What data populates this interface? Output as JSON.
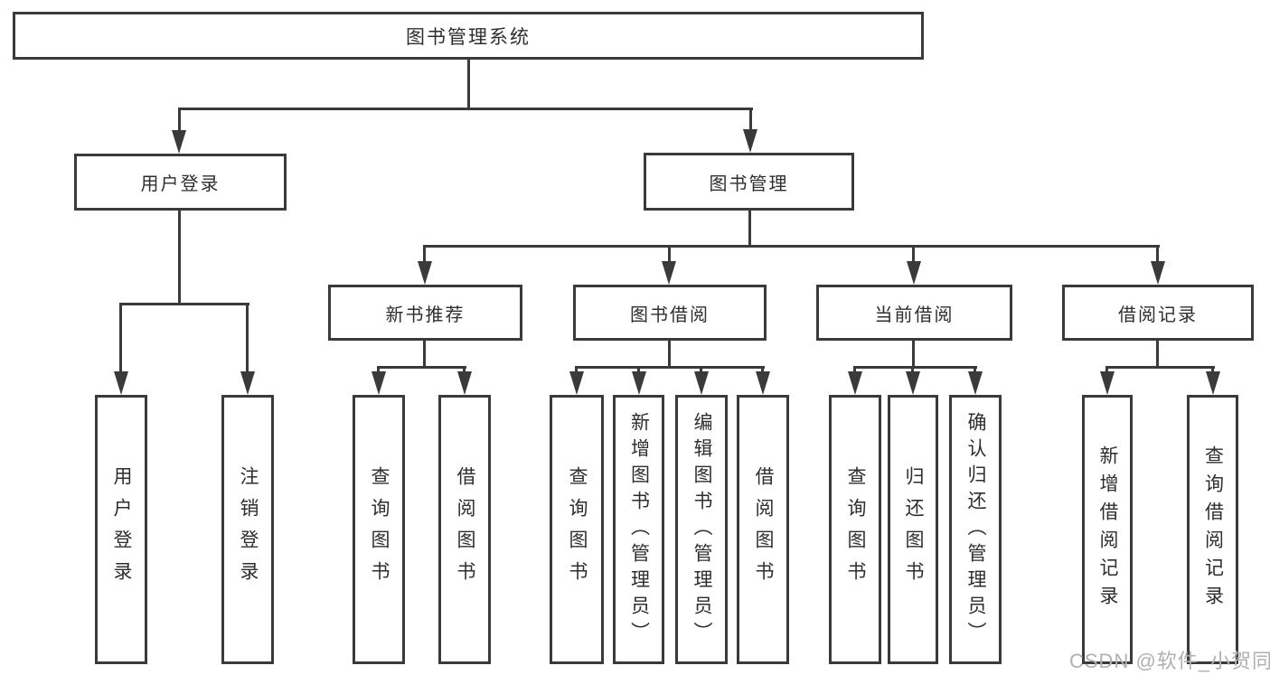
{
  "diagram": {
    "title": "图书管理系统",
    "colors": {
      "line": "#3a3a3a",
      "text": "#2e2e2e",
      "box_background": "#ffffff",
      "watermark": "#b0b0b0"
    },
    "level2": [
      {
        "label": "用户登录"
      },
      {
        "label": "图书管理"
      }
    ],
    "level3": [
      {
        "label": "新书推荐"
      },
      {
        "label": "图书借阅"
      },
      {
        "label": "当前借阅"
      },
      {
        "label": "借阅记录"
      }
    ],
    "leaves": [
      {
        "label": "用户登录"
      },
      {
        "label": "注销登录"
      },
      {
        "label": "查询图书"
      },
      {
        "label": "借阅图书"
      },
      {
        "label": "查询图书"
      },
      {
        "label": "新增图书（管理员）"
      },
      {
        "label": "编辑图书（管理员）"
      },
      {
        "label": "借阅图书"
      },
      {
        "label": "查询图书"
      },
      {
        "label": "归还图书"
      },
      {
        "label": "确认归还（管理员）"
      },
      {
        "label": "新增借阅记录"
      },
      {
        "label": "查询借阅记录"
      }
    ],
    "tree": {
      "图书管理系统": {
        "用户登录": [
          "用户登录",
          "注销登录"
        ],
        "图书管理": {
          "新书推荐": [
            "查询图书",
            "借阅图书"
          ],
          "图书借阅": [
            "查询图书",
            "新增图书（管理员）",
            "编辑图书（管理员）",
            "借阅图书"
          ],
          "当前借阅": [
            "查询图书",
            "归还图书",
            "确认归还（管理员）"
          ],
          "借阅记录": [
            "新增借阅记录",
            "查询借阅记录"
          ]
        }
      }
    }
  },
  "watermark": {
    "text": "CSDN @软件_小贺同学"
  }
}
